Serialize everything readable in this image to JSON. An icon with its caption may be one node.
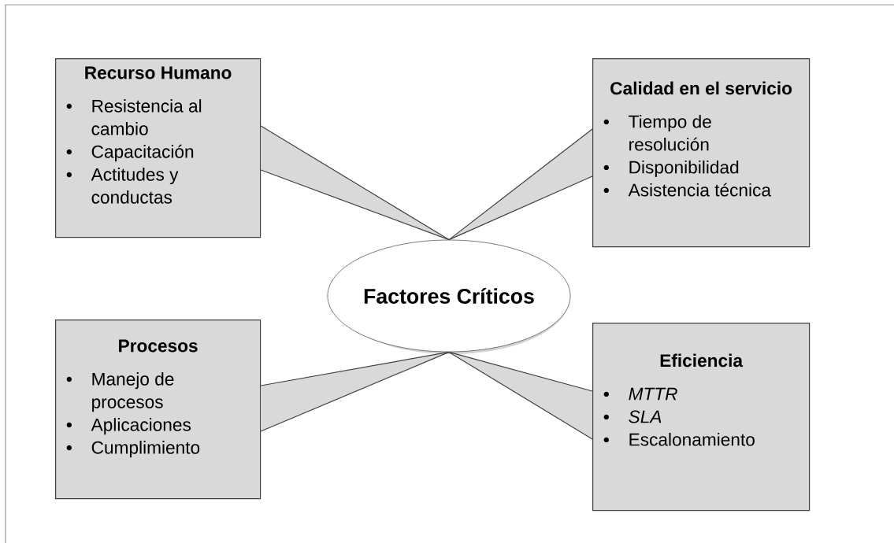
{
  "diagram": {
    "nodes": [
      {
        "text": [
          "Recurso Humano",
          "Resistencia al cambio",
          "Capacitación",
          "Actitudes y conductas"
        ]
      },
      {
        "text": [
          "Calidad en el servicio",
          "Tiempo de resolución",
          "Disponibilidad",
          "Asistencia técnica"
        ]
      },
      {
        "text": [
          "Procesos",
          "Manejo de procesos",
          "Aplicaciones",
          "Cumplimiento"
        ]
      },
      {
        "text": [
          "Eficiencia",
          "MTTR",
          "SLA",
          "Escalonamiento"
        ]
      },
      {
        "text": [
          "Factores Críticos"
        ]
      }
    ],
    "edges": [
      {
        "from": 0,
        "to": 4,
        "arrow": "none"
      },
      {
        "from": 1,
        "to": 4,
        "arrow": "none"
      },
      {
        "from": 2,
        "to": 4,
        "arrow": "none"
      },
      {
        "from": 3,
        "to": 4,
        "arrow": "none"
      }
    ]
  }
}
